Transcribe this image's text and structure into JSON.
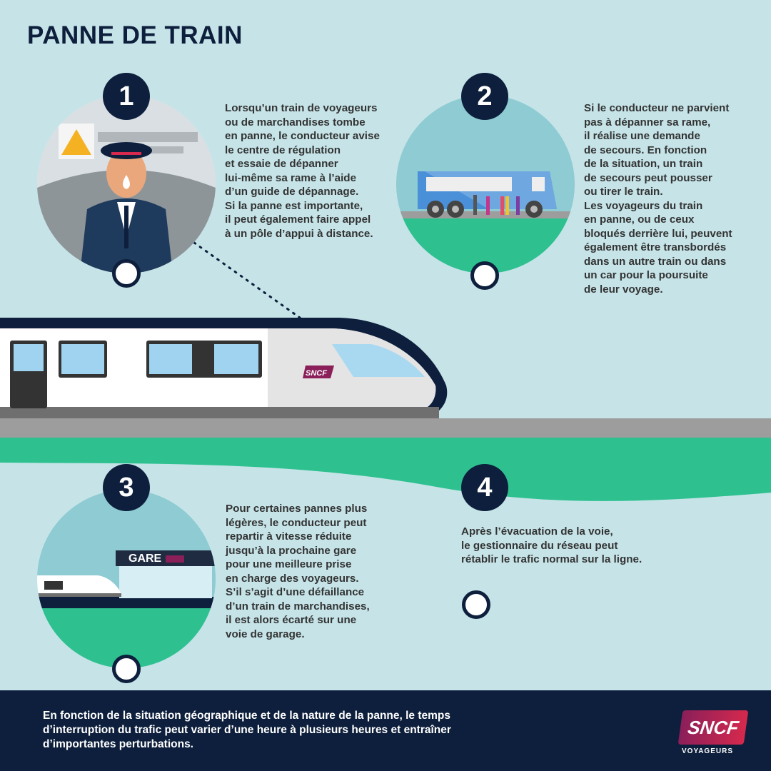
{
  "title": "PANNE DE TRAIN",
  "steps": [
    {
      "number": "1",
      "text": "Lorsqu’un train de voyageurs\nou de marchandises tombe\nen panne, le conducteur avise\nle centre de régulation\net essaie de dépanner\nlui-même sa rame à l’aide\nd’un guide de dépannage.\nSi la panne est importante,\nil peut également faire appel\nà un pôle d’appui à distance."
    },
    {
      "number": "2",
      "text": "Si le conducteur ne parvient\npas à dépanner sa rame,\nil réalise une demande\nde secours. En fonction\nde la situation, un train\nde secours peut pousser\nou tirer le train.\nLes voyageurs du train\nen panne, ou de ceux\nbloqués derrière lui, peuvent\négalement être transbordés\ndans un autre train ou dans\nun car pour la poursuite\nde leur voyage."
    },
    {
      "number": "3",
      "text": "Pour certaines pannes plus\nlégères, le conducteur peut\nrepartir à vitesse réduite\njusqu’à la prochaine gare\npour une meilleure prise\nen charge des voyageurs.\nS’il s’agit d’une défaillance\nd’un train de marchandises,\nil est alors écarté sur une\nvoie de garage."
    },
    {
      "number": "4",
      "text": "Après l’évacuation de la voie,\nle gestionnaire du réseau peut\nrétablir le trafic normal sur la ligne."
    }
  ],
  "station_label": "GARE",
  "train_logo": "SNCF",
  "footer": {
    "text": "En fonction de la situation géographique et de la nature de la panne, le temps\nd’interruption du trafic peut varier d’une heure à plusieurs heures et entraîner\nd’importantes perturbations.",
    "logo": "SNCF",
    "logo_sub": "VOYAGEURS"
  },
  "colors": {
    "navy": "#0d1f3c",
    "background": "#c6e4e8",
    "green": "#2ec18f",
    "sncf_red": "#c8102e"
  }
}
